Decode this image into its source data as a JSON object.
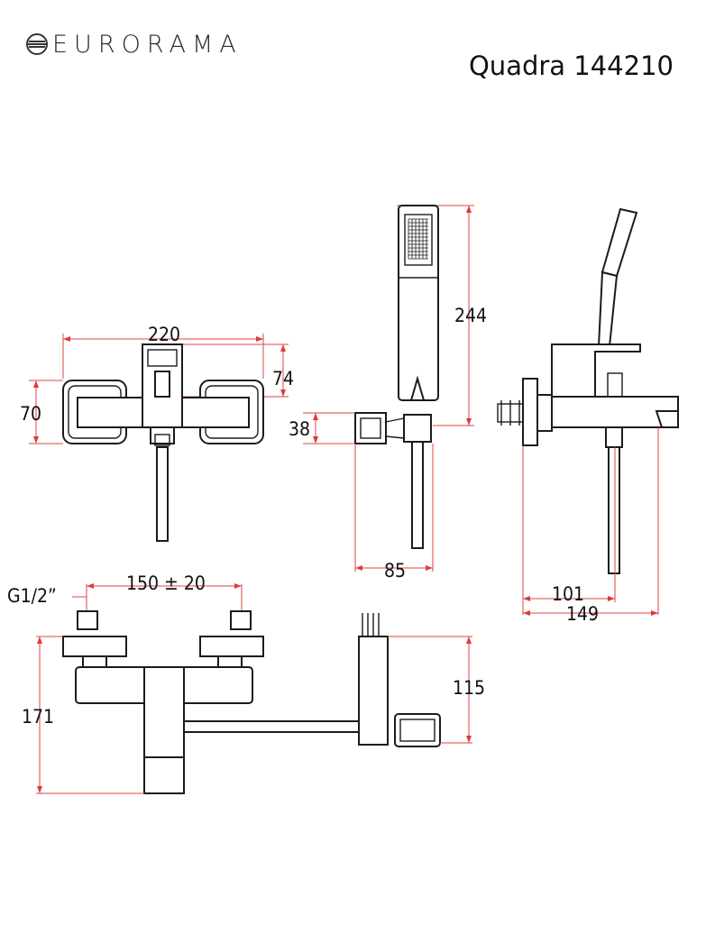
{
  "header": {
    "brand": "EURORAMA",
    "model": "Quadra 144210"
  },
  "dimensions": {
    "width_total": "220",
    "height_74": "74",
    "height_70": "70",
    "shower_len": "244",
    "holder_38": "38",
    "holder_85": "85",
    "side_101": "101",
    "side_149": "149",
    "thread": "G1/2”",
    "centres": "150 ± 20",
    "height_171": "171",
    "height_115": "115"
  },
  "colors": {
    "dimension_lines": "#d44444",
    "outline": "#1b1b1b"
  }
}
